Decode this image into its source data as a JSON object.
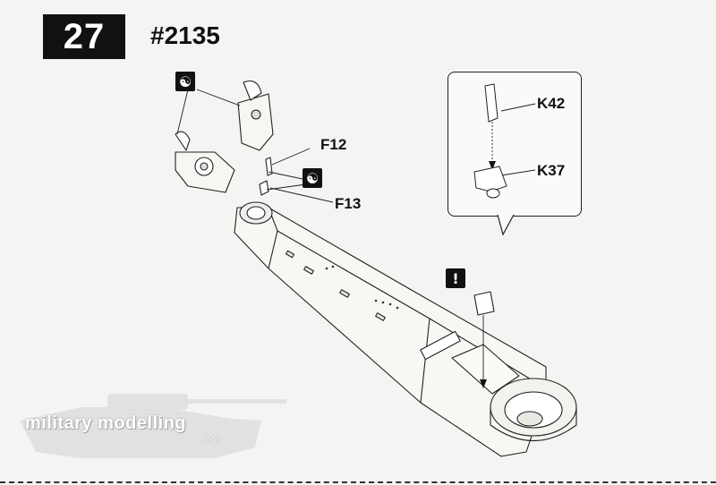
{
  "step": {
    "number": "27"
  },
  "part_number": "#2135",
  "labels": {
    "f12": "F12",
    "f13": "F13",
    "k42": "K42",
    "k37": "K37"
  },
  "icons": {
    "symmetry_1": "yin-yang-icon",
    "symmetry_2": "yin-yang-icon",
    "attention": "exclamation-icon",
    "symmetry_glyph": "☯",
    "attention_glyph": "!"
  },
  "watermark": {
    "main": "military modelling",
    "sub": ".info"
  }
}
